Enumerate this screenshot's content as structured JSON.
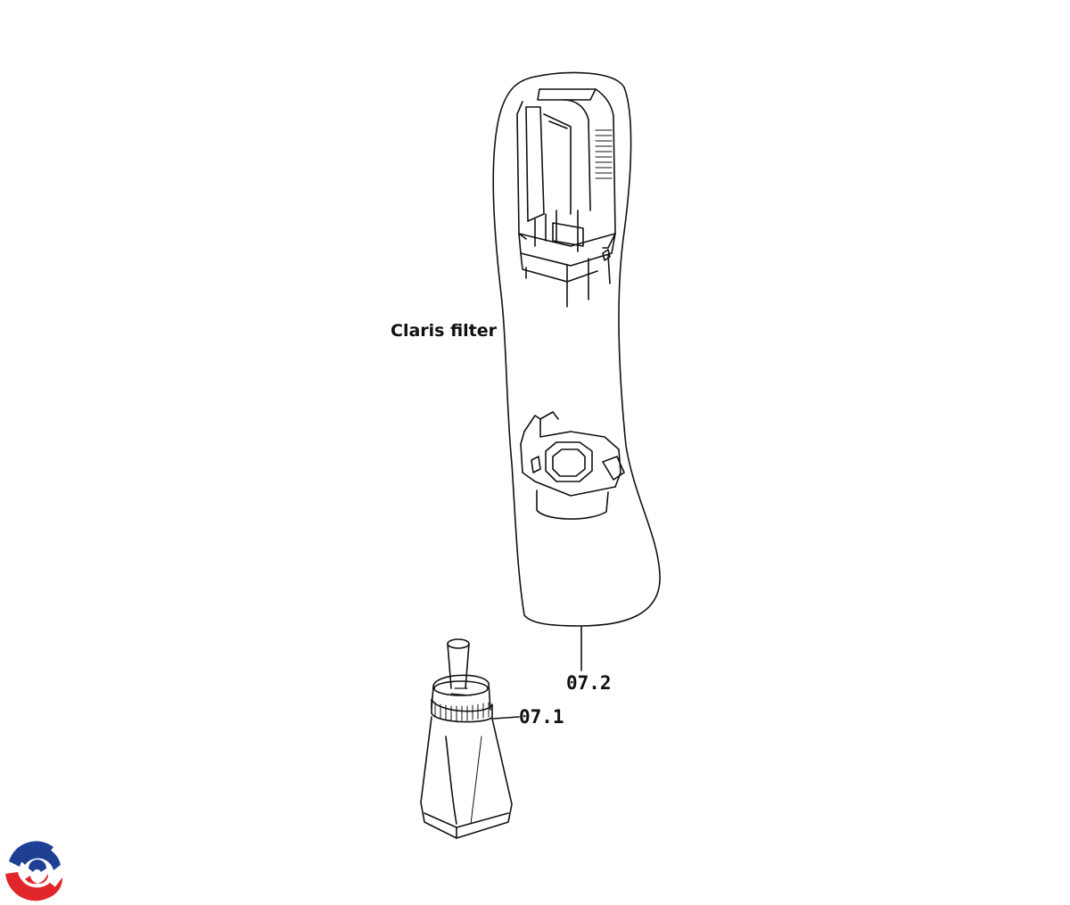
{
  "diagram": {
    "title": "Claris filter",
    "callouts": [
      {
        "id": "07.2",
        "label": "07.2"
      },
      {
        "id": "07.1",
        "label": "07.1"
      }
    ]
  },
  "colors": {
    "line": "#111111",
    "background": "#ffffff",
    "logo_blue": "#1f3f95",
    "logo_red": "#e0262b"
  },
  "icons": {
    "logo": "brand-swirl-logo-icon"
  }
}
